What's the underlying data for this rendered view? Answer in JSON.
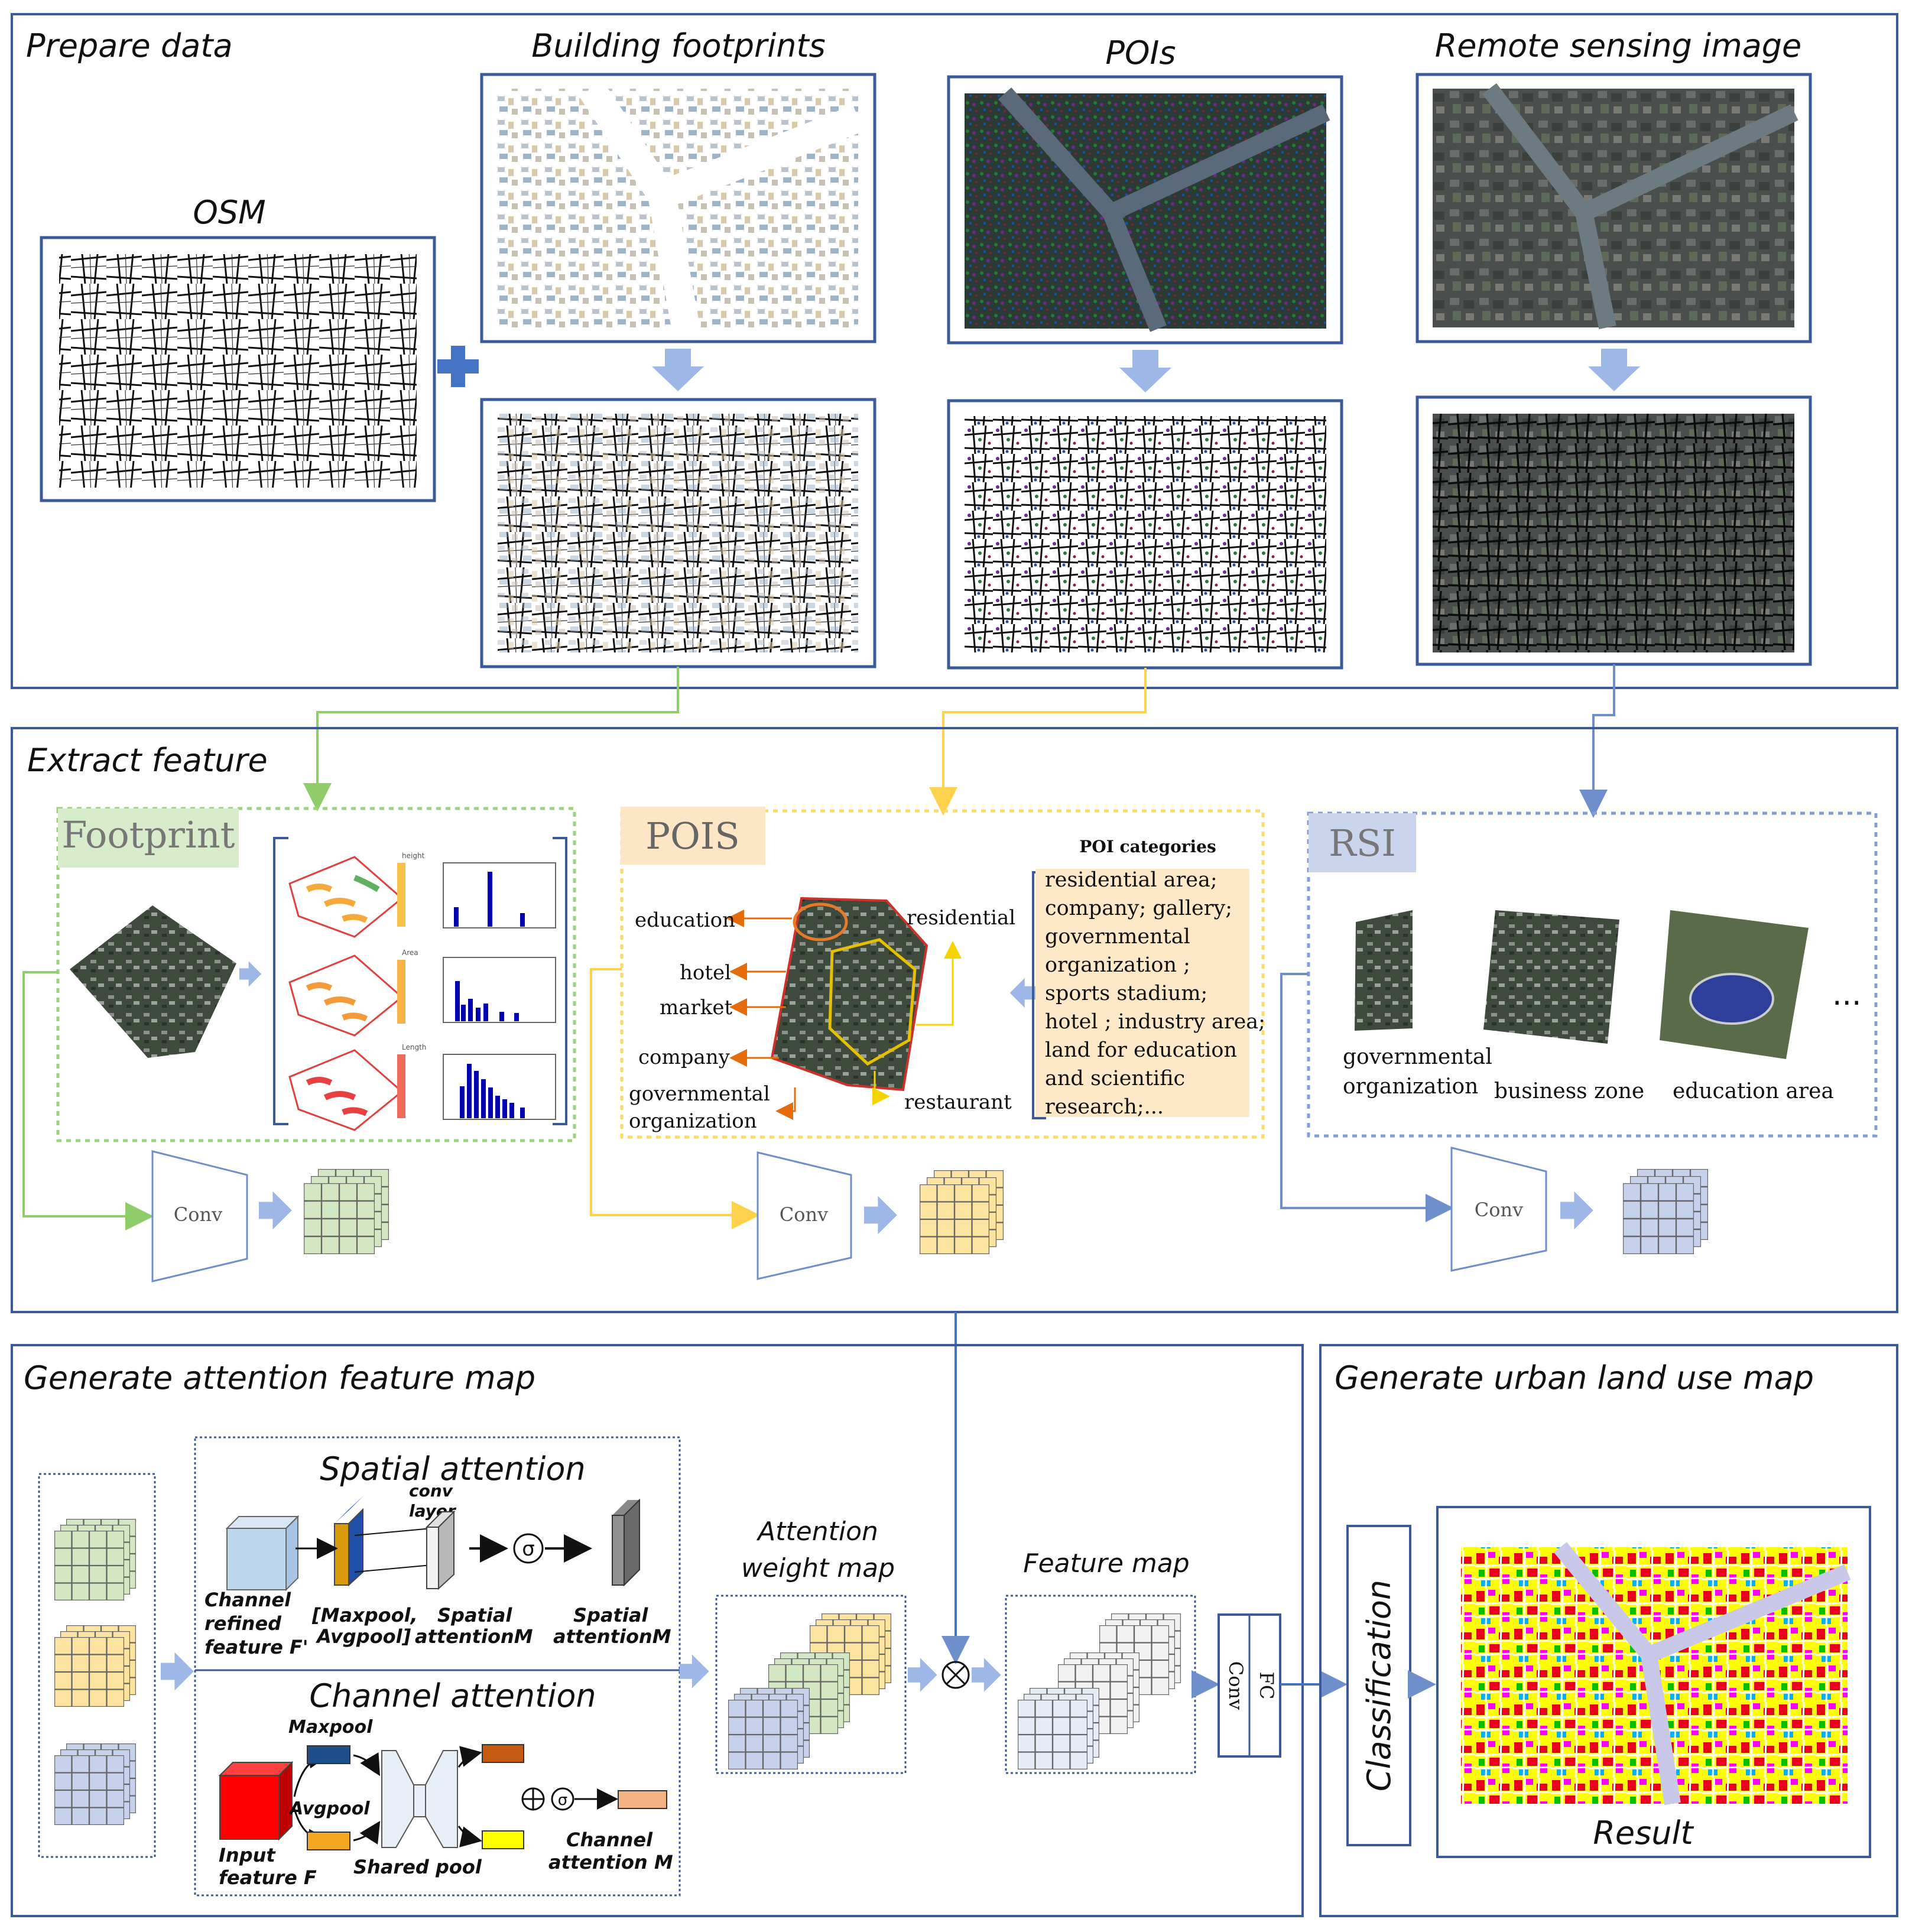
{
  "sections": {
    "prepare": "Prepare data",
    "extract": "Extract feature",
    "attention": "Generate attention feature map",
    "urban": "Generate urban land use map"
  },
  "prepare": {
    "osm": "OSM",
    "building": "Building footprints",
    "pois": "POIs",
    "rsi": "Remote sensing image"
  },
  "footprint": {
    "tag": "Footprint",
    "legend1": "height",
    "legend2": "Area",
    "legend3": "Length"
  },
  "pois_panel": {
    "tag": "POIS",
    "categories_title": "POI categories",
    "labels": [
      "education",
      "hotel",
      "market",
      "company",
      "governmental",
      "organization",
      "residential",
      "restaurant"
    ],
    "categories": [
      "residential area;",
      "company; gallery;",
      "governmental",
      "organization ;",
      "sports stadium;",
      "hotel ; industry area;",
      "land for education",
      "and scientific",
      "research;..."
    ]
  },
  "rsi_panel": {
    "tag": "RSI",
    "labels": [
      "governmental",
      "organization",
      "business zone",
      "education area"
    ],
    "more": "..."
  },
  "conv": "Conv",
  "spatial": {
    "title": "Spatial attention",
    "conv_layer_1": "conv",
    "conv_layer_2": "layer",
    "crf_1": "Channel",
    "crf_2": "refined",
    "crf_3": "feature F'",
    "pool_1": "[Maxpool,",
    "pool_2": "Avgpool]",
    "spatial_1": "Spatial",
    "spatial_2": "attentionM",
    "sigma": "σ"
  },
  "channel": {
    "title": "Channel attention",
    "maxpool": "Maxpool",
    "avgpool": "Avgpool",
    "input_1": "Input",
    "input_2": "feature F",
    "shared": "Shared pool",
    "ca_1": "Channel",
    "ca_2": "attention M"
  },
  "attention_weight_1": "Attention",
  "attention_weight_2": "weight map",
  "feature_map": "Feature map",
  "fc_conv": "Conv",
  "fc": "FC",
  "classification": "Classification",
  "result": "Result",
  "colors": {
    "frame": "#2f4f8f",
    "green": "#9bd27a",
    "yellow": "#ffd966",
    "blue": "#7f9fd6",
    "arrow": "#9db7e6"
  }
}
